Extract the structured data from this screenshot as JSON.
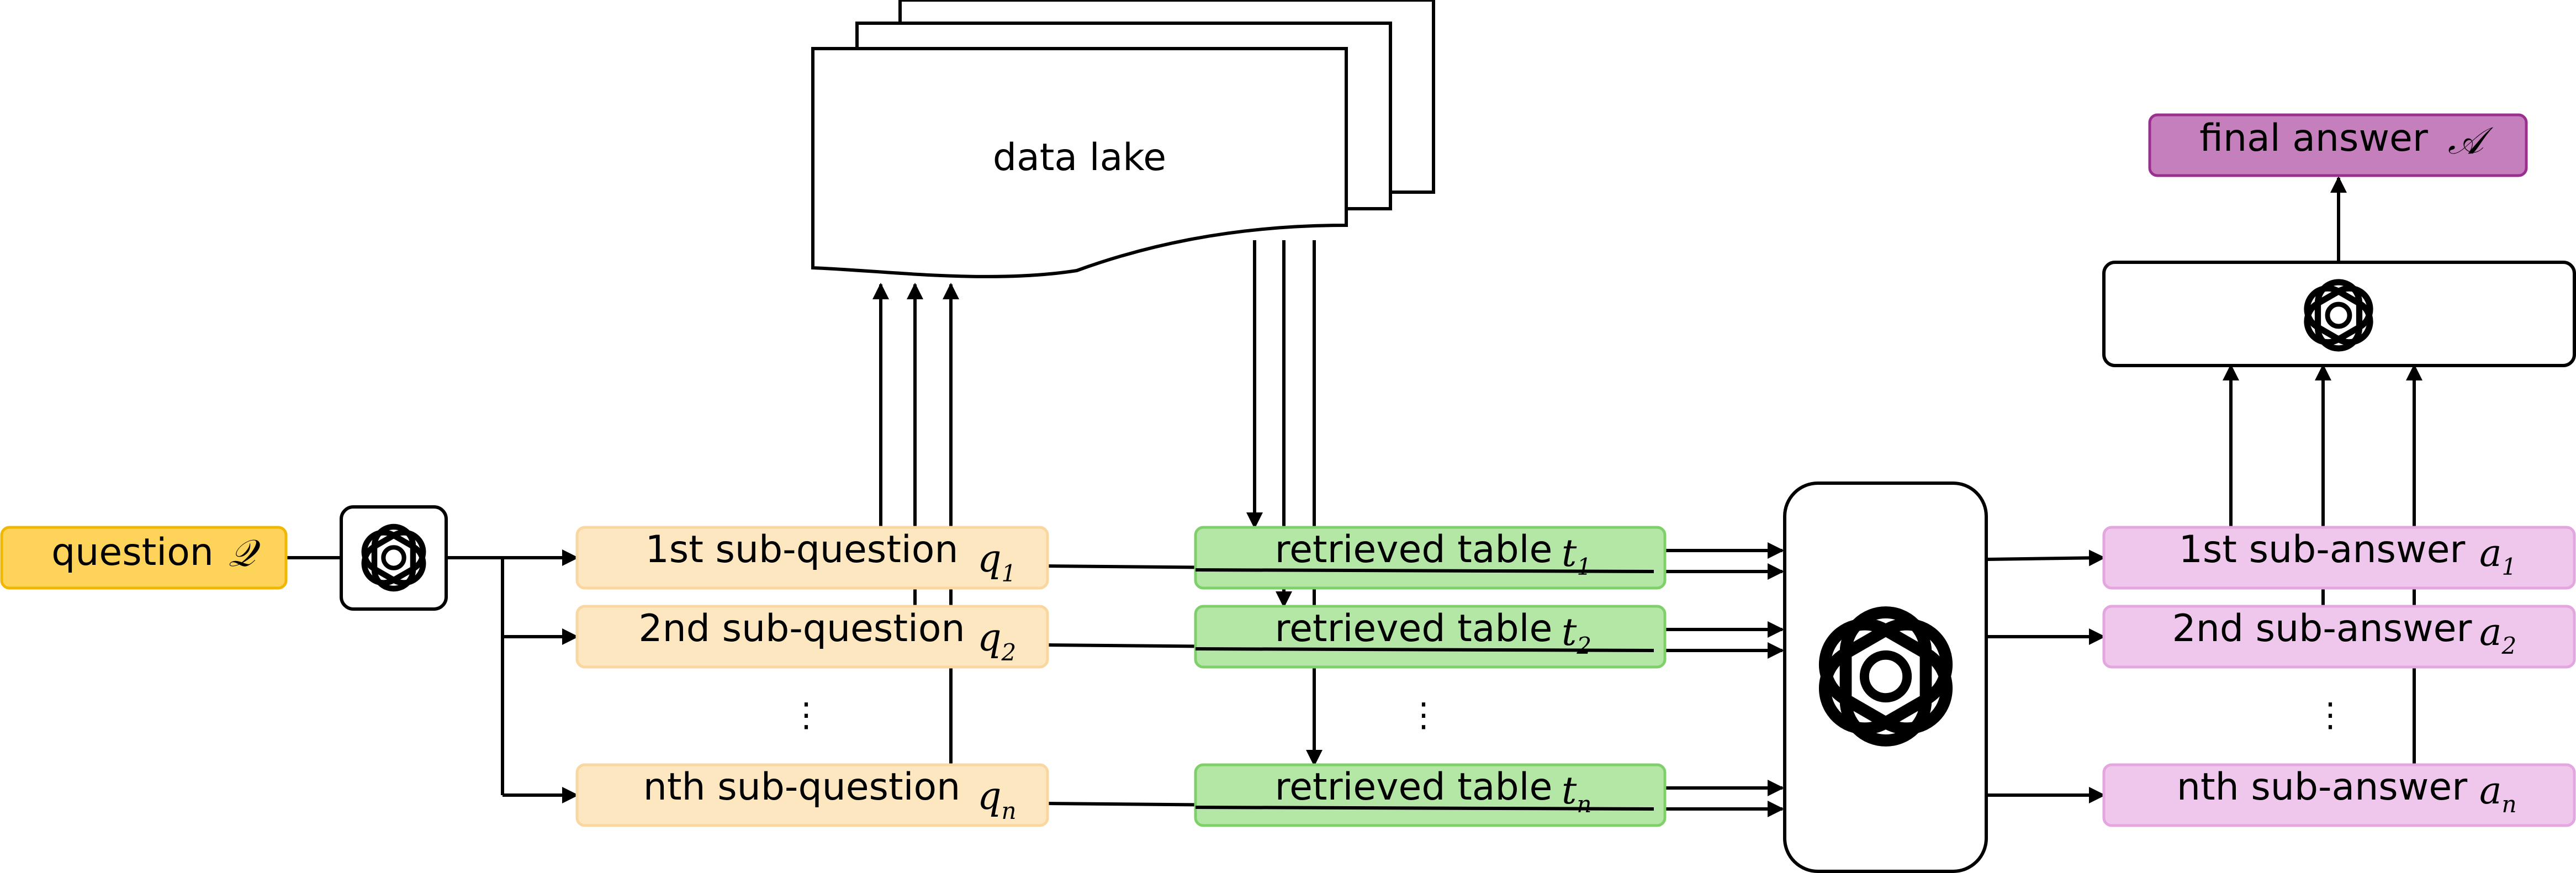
{
  "question": {
    "label": "question",
    "symbol": "𝒬"
  },
  "data_lake": {
    "label": "data lake"
  },
  "sub_questions": [
    {
      "label": "1st sub-question",
      "symbol": "q",
      "sub": "1"
    },
    {
      "label": "2nd sub-question",
      "symbol": "q",
      "sub": "2"
    },
    {
      "label": "nth sub-question",
      "symbol": "q",
      "sub": "n"
    }
  ],
  "retrieved_tables": [
    {
      "label": "retrieved table",
      "symbol": "t",
      "sub": "1"
    },
    {
      "label": "retrieved table",
      "symbol": "t",
      "sub": "2"
    },
    {
      "label": "retrieved table",
      "symbol": "t",
      "sub": "n"
    }
  ],
  "sub_answers": [
    {
      "label": "1st sub-answer",
      "symbol": "a",
      "sub": "1"
    },
    {
      "label": "2nd sub-answer",
      "symbol": "a",
      "sub": "2"
    },
    {
      "label": "nth sub-answer",
      "symbol": "a",
      "sub": "n"
    }
  ],
  "final_answer": {
    "label": "final answer",
    "symbol": "𝒜"
  },
  "ellipsis": "⋮",
  "colors": {
    "question_fill": "#fdd35a",
    "question_stroke": "#f0b800",
    "subq_fill": "#fde7c1",
    "subq_stroke": "#fad7a0",
    "table_fill": "#b4e6a6",
    "table_stroke": "#7fd06a",
    "answer_fill": "#efc7ec",
    "answer_stroke": "#e3a6de",
    "final_fill": "#c57fbd",
    "final_stroke": "#9b2f8f"
  }
}
